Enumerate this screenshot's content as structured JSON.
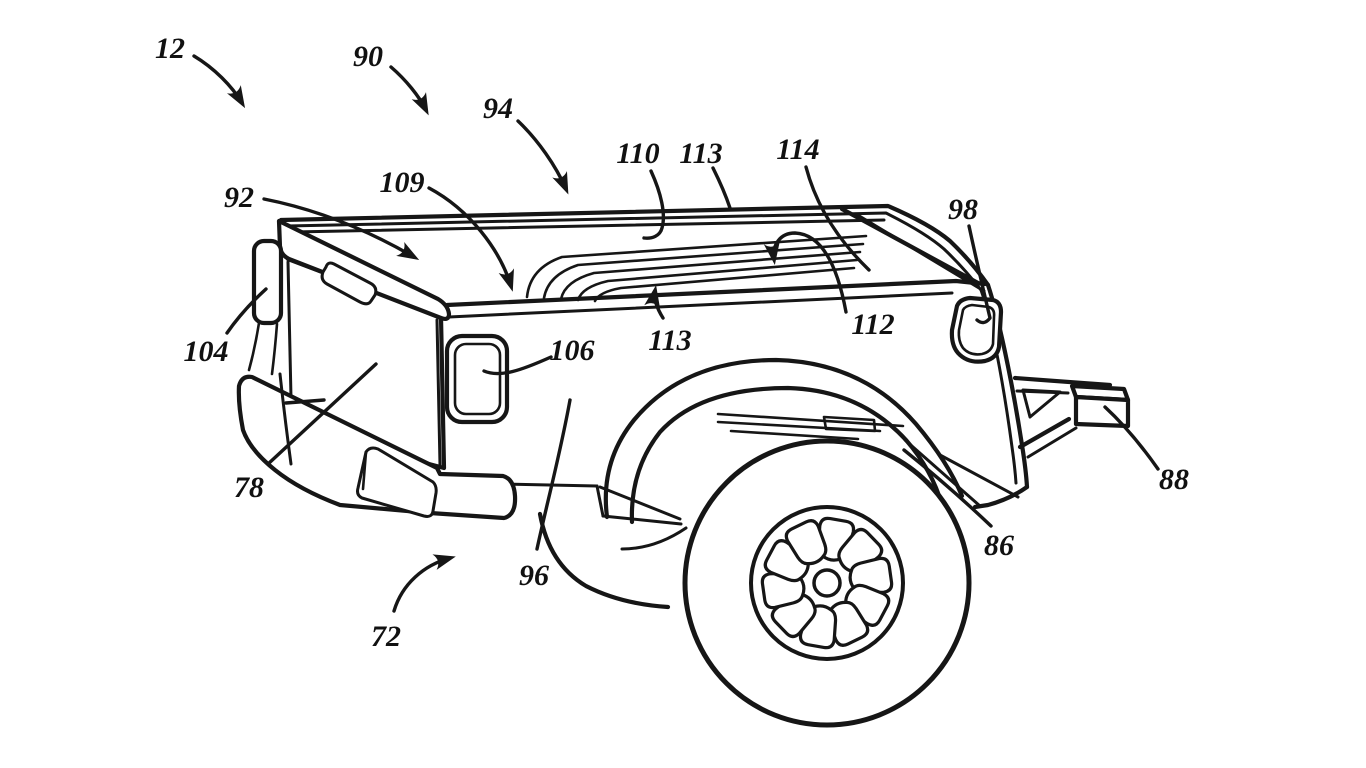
{
  "figure": {
    "kind": "patent line drawing",
    "subject": "Towable trailer with pickup-style cargo bed, rolled cover, fender flare, wheel and hitch receiver",
    "background_color": "#ffffff",
    "line_color": "#161616"
  },
  "labels": {
    "n12": "12",
    "n90": "90",
    "n94": "94",
    "n110": "110",
    "n113a": "113",
    "n114": "114",
    "n92": "92",
    "n109": "109",
    "n98": "98",
    "n104": "104",
    "n106": "106",
    "n113b": "113",
    "n112": "112",
    "n78": "78",
    "n96": "96",
    "n72": "72",
    "n86": "86",
    "n88": "88"
  }
}
